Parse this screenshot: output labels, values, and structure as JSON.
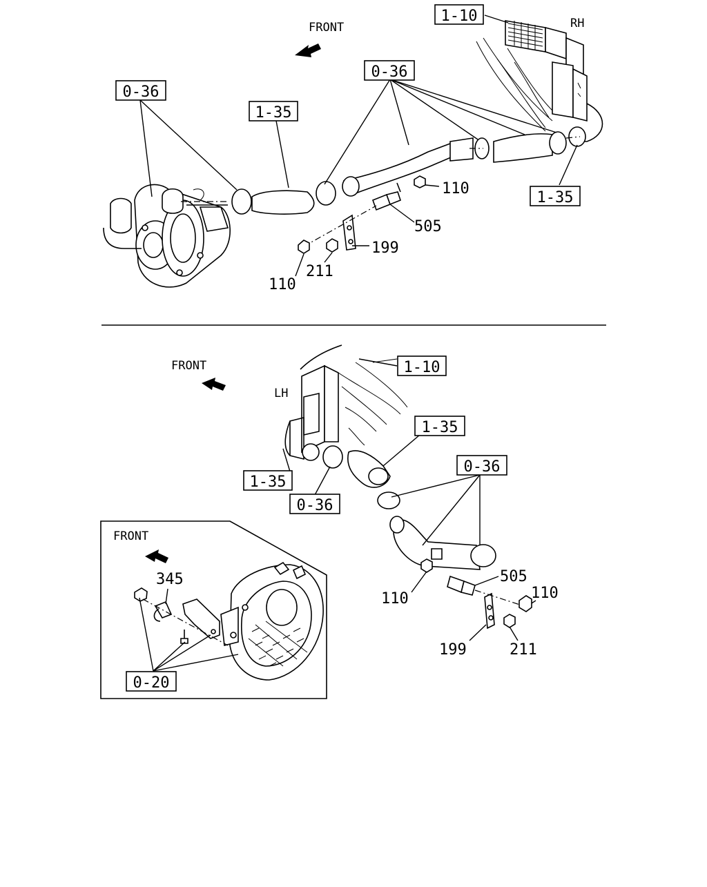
{
  "upper": {
    "front": "FRONT",
    "side": "RH",
    "refs": {
      "r110": "1-10",
      "r036a": "0-36",
      "r036b": "0-36",
      "r135a": "1-35",
      "r135b": "1-35"
    },
    "parts": {
      "p110a": "110",
      "p110b": "110",
      "p505": "505",
      "p199": "199",
      "p211": "211"
    }
  },
  "lower": {
    "front": "FRONT",
    "side": "LH",
    "refs": {
      "r110": "1-10",
      "r135a": "1-35",
      "r135b": "1-35",
      "r036a": "0-36",
      "r036b": "0-36"
    },
    "parts": {
      "p505": "505",
      "p110a": "110",
      "p110b": "110",
      "p199": "199",
      "p211": "211"
    }
  },
  "inset": {
    "front": "FRONT",
    "refs": {
      "r020": "0-20"
    },
    "parts": {
      "p345": "345"
    }
  }
}
